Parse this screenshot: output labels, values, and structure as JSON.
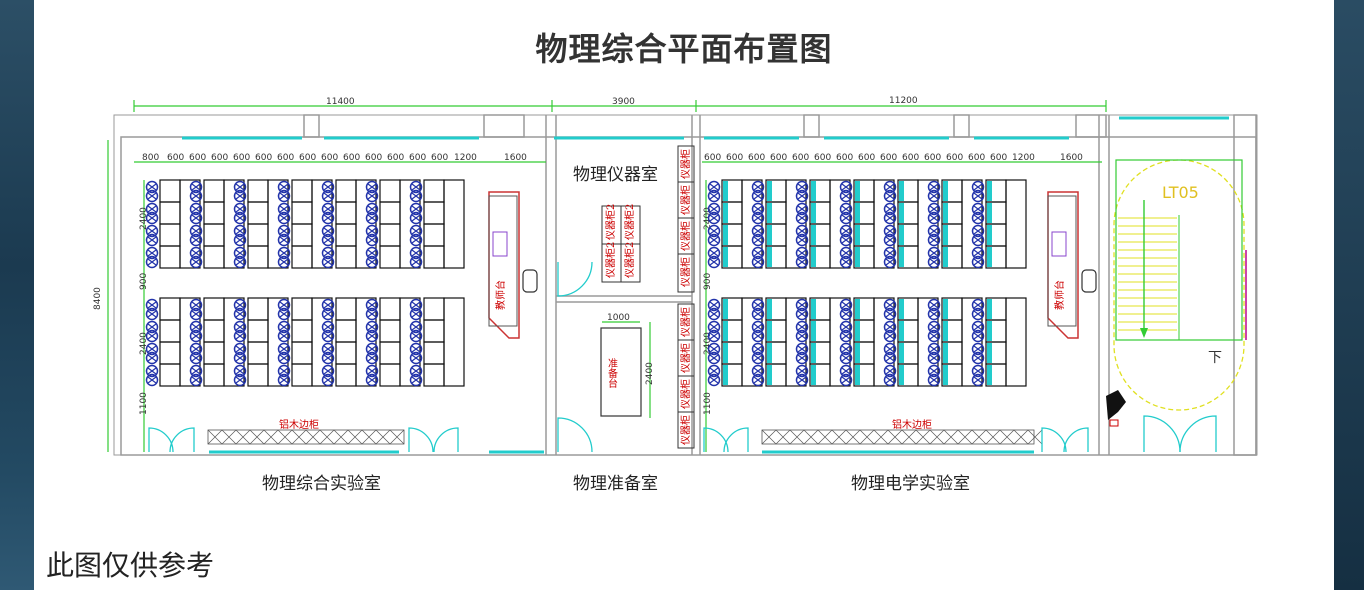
{
  "title": "物理综合平面布置图",
  "note": "此图仅供参考",
  "rooms": {
    "lab_left": "物理综合实验室",
    "prep": "物理准备室",
    "lab_right": "物理电学实验室",
    "instrument": "物理仪器室"
  },
  "labels": {
    "teacher_desk": "教师台",
    "prep_table": "准备台",
    "cabinet": "铝木边柜",
    "instrument_cabinet": "仪器柜",
    "instrument_cabinet_2": "仪器柜2",
    "stairs": "LT05",
    "down": "下"
  },
  "dims": {
    "left_total": "11400",
    "mid_total": "3900",
    "right_total": "11200",
    "height_total": "8400",
    "unit600": "600",
    "first800": "800",
    "w1200": "1200",
    "w1600": "1600",
    "h2400": "2400",
    "h900": "900",
    "h1100": "1100",
    "w1000": "1000"
  },
  "colors": {
    "wall": "#9a9a9a",
    "dimension": "#33cc33",
    "desk_blue": "#2233aa",
    "cyan": "#22cccc",
    "teacher": "#cc3333",
    "stairs": "#e0e020"
  }
}
